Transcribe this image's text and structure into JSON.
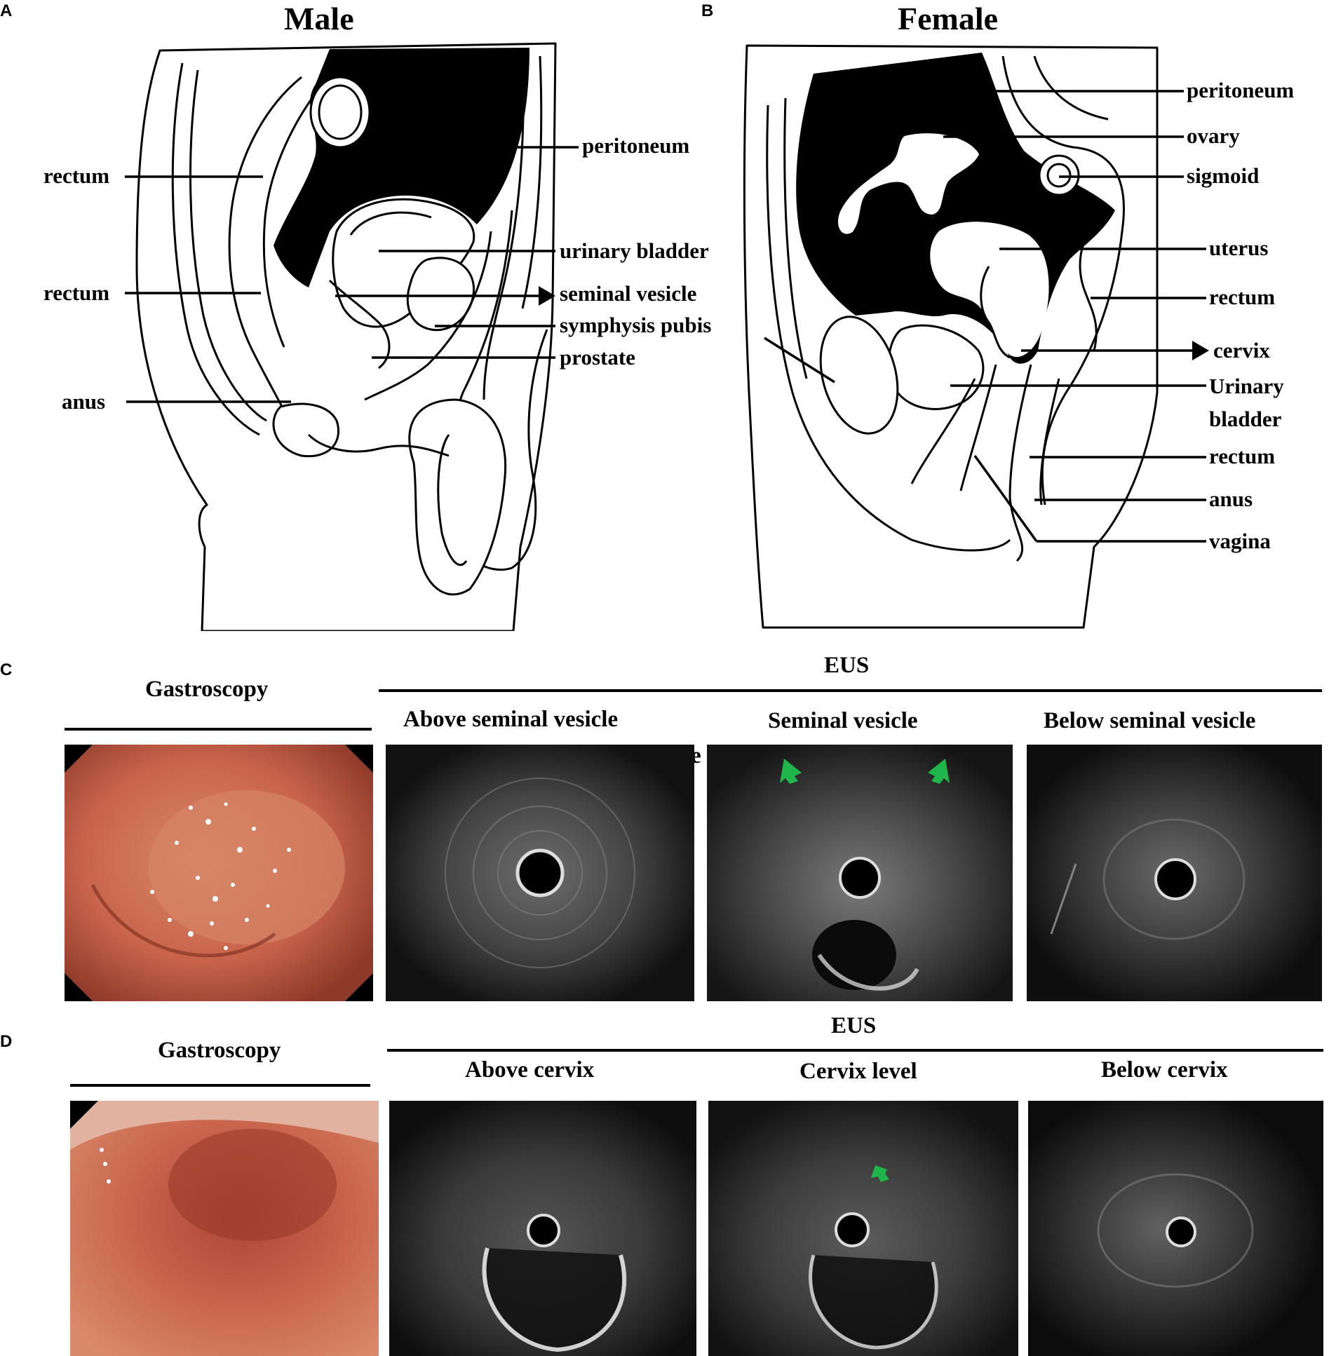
{
  "panels": {
    "a": {
      "letter": "A",
      "title": "Male",
      "labels": {
        "rectum_upper": "rectum",
        "rectum_lower": "rectum",
        "anus": "anus",
        "peritoneum": "peritoneum",
        "urinary_bladder": "urinary  bladder",
        "seminal_vesicle": "seminal  vesicle",
        "symphysis_pubis": "symphysis  pubis",
        "prostate": "prostate"
      }
    },
    "b": {
      "letter": "B",
      "title": "Female",
      "labels": {
        "peritoneum": "peritoneum",
        "ovary": "ovary",
        "sigmoid": "sigmoid",
        "uterus": "uterus",
        "rectum_upper": "rectum",
        "cervix": "cervix",
        "urinary_bladder_1": "Urinary",
        "urinary_bladder_2": "bladder",
        "rectum_lower": "rectum",
        "anus": "anus",
        "vagina": "vagina"
      }
    },
    "c": {
      "letter": "C",
      "gastroscopy": "Gastroscopy",
      "eus": "EUS",
      "col1": "Above seminal vesicle",
      "col2": "Seminal vesicle",
      "col3": "Below seminal vesicle",
      "stray": "e"
    },
    "d": {
      "letter": "D",
      "gastroscopy": "Gastroscopy",
      "eus": "EUS",
      "col1": "Above cervix",
      "col2": "Cervix level",
      "col3": "Below cervix"
    }
  },
  "colors": {
    "arrow_green": "#1fb54a",
    "mucosa": "#c8644c"
  }
}
